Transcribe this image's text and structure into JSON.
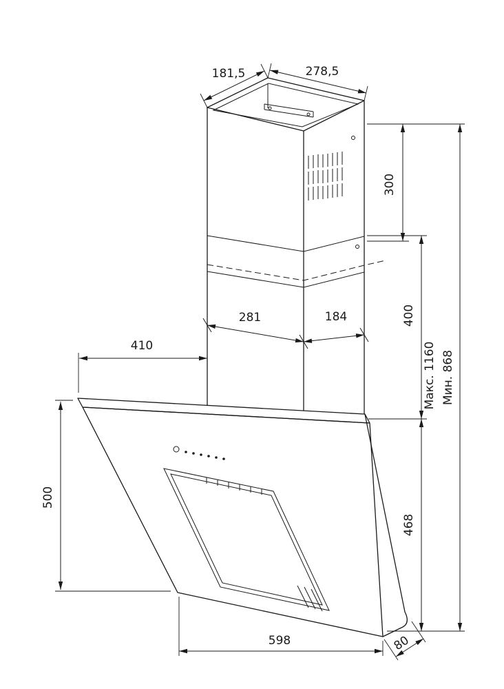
{
  "drawing": {
    "kind": "range-hood-dimension-drawing",
    "colors": {
      "line": "#1a1a1a",
      "background": "#ffffff"
    },
    "dimensions": {
      "top_left": "181,5",
      "top_right": "278,5",
      "upper_duct_height": "300",
      "lower_duct_height": "400",
      "duct_front_width": "281",
      "duct_side_depth": "184",
      "hood_top_depth": "410",
      "hood_left_height": "500",
      "hood_right_height": "468",
      "hood_front_width": "598",
      "hood_bottom_edge": "80",
      "overall_max": "Макс. 1160",
      "overall_min": "Мин. 868"
    }
  }
}
